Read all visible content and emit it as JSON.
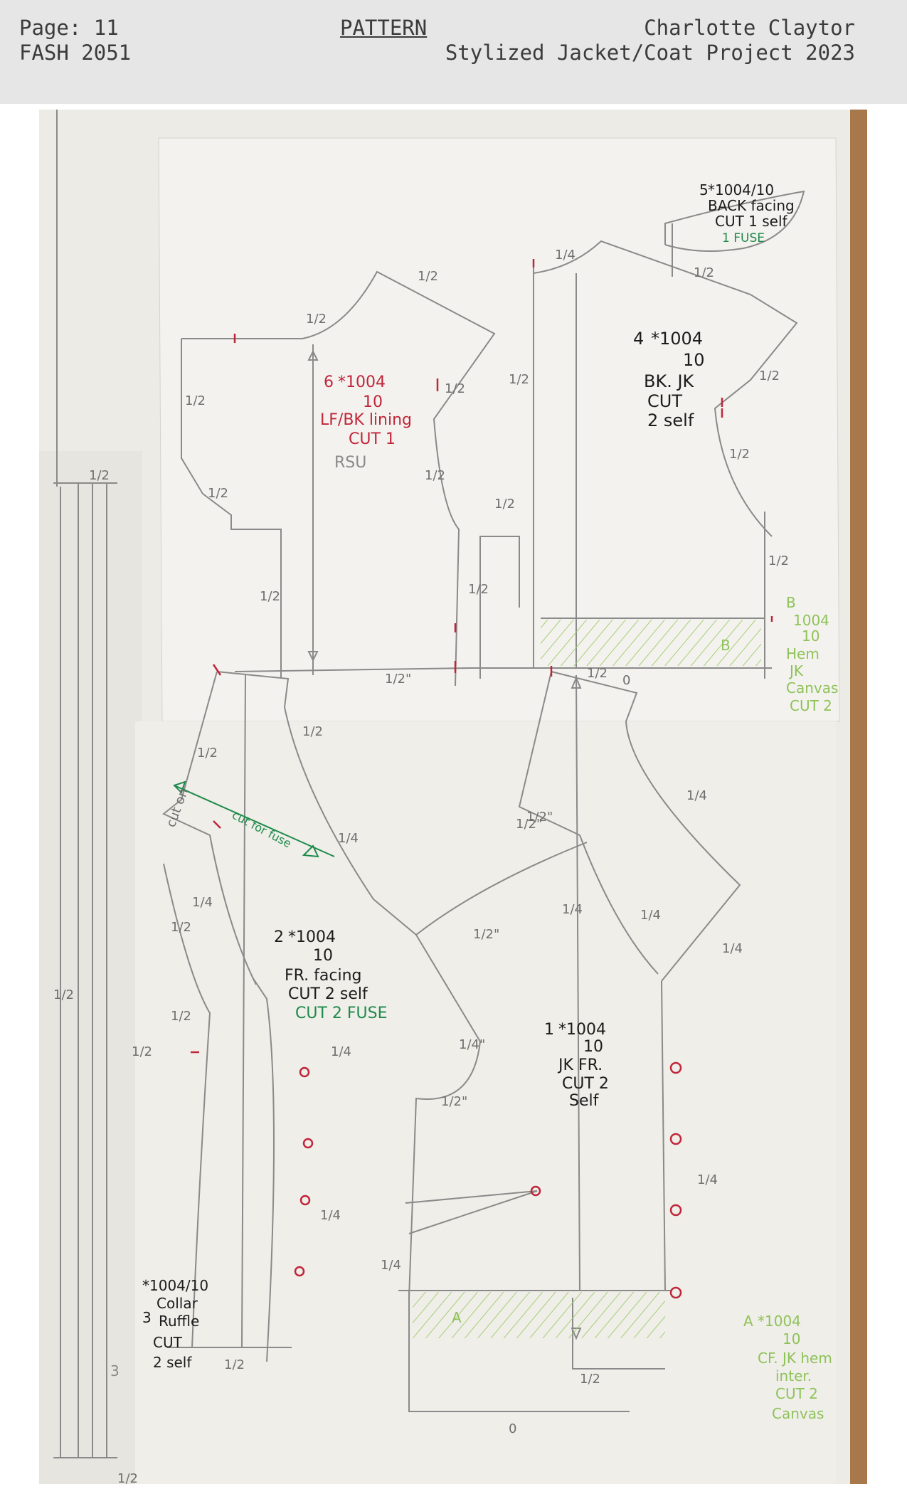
{
  "header": {
    "page_label": "Page: 11",
    "course": "FASH 2051",
    "document_type": "PATTERN",
    "author": "Charlotte Claytor",
    "project": "Stylized Jacket/Coat Project 2023"
  },
  "photo": {
    "pieces": {
      "back_facing": {
        "num": "5",
        "style": "*1004/10",
        "name": "BACK facing",
        "cut": "CUT 1 self",
        "fuse": "1 FUSE"
      },
      "lining": {
        "num": "6",
        "style": "*1004",
        "size": "10",
        "name": "LF/BK lining",
        "cut": "CUT 1",
        "rsu": "RSU"
      },
      "back_jacket": {
        "num": "4",
        "style": "*1004",
        "size": "10",
        "name": "BK. JK",
        "cut": "CUT",
        "cut2": "2 self"
      },
      "back_hem": {
        "num": "B",
        "style": "1004",
        "size": "10",
        "name": "Hem",
        "name2": "JK",
        "material": "Canvas",
        "cut": "CUT 2"
      },
      "front_facing": {
        "num": "2",
        "style": "*1004",
        "size": "10",
        "name": "FR. facing",
        "cut": "CUT 2 self",
        "fuse": "CUT 2 FUSE"
      },
      "collar_ruffle": {
        "num": "3",
        "style": "*1004/10",
        "name": "Collar",
        "name2": "Ruffle",
        "cut": "CUT",
        "cut2": "2 self"
      },
      "jacket_front": {
        "num": "1",
        "style": "*1004",
        "size": "10",
        "name": "JK FR.",
        "cut": "CUT 2",
        "cut2": "Self"
      },
      "front_hem": {
        "num": "A",
        "style": "*1004",
        "size": "10",
        "name": "CF. JK hem",
        "name2": "inter.",
        "cut": "CUT 2",
        "material": "Canvas"
      }
    },
    "annotations": {
      "half": "1/2",
      "half_in": "1/2\"",
      "quarter": "1/4",
      "quarter_in": "1/4\"",
      "zero": "0",
      "cut_on": "cut on",
      "fuse_note": "cut for fuse",
      "three": "3"
    },
    "colors": {
      "paper": "#f2f1ed",
      "pencil": "#8a8a8a",
      "ink": "#1c1c1c",
      "red": "#c0263a",
      "green": "#1e8a4a",
      "light_green": "#8fc25a"
    }
  }
}
